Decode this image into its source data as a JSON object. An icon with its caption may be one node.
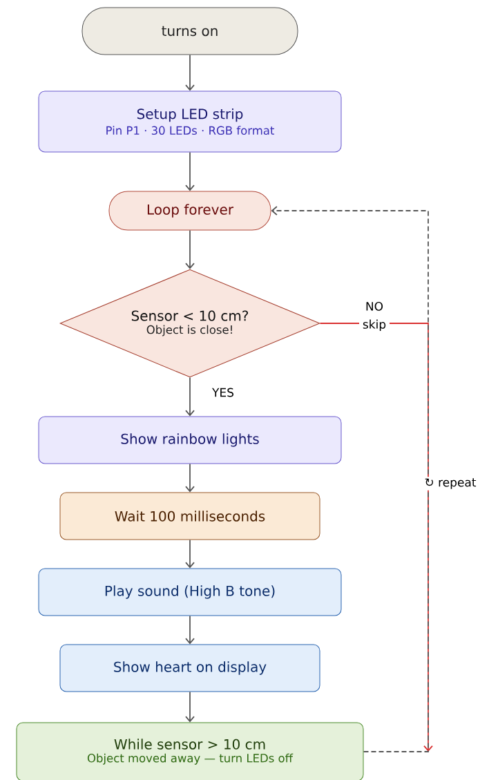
{
  "diagram": {
    "nodes": [
      {
        "text": [
          "turns on"
        ]
      },
      {
        "text": [
          "Setup LED strip",
          "Pin P1 · 30 LEDs · RGB format"
        ]
      },
      {
        "text": [
          "Loop forever"
        ]
      },
      {
        "text": [
          "Sensor < 10 cm?",
          "Object is close!"
        ]
      },
      {
        "text": [
          "Show rainbow lights"
        ]
      },
      {
        "text": [
          "Wait 100 milliseconds"
        ]
      },
      {
        "text": [
          "Play sound (High B tone)"
        ]
      },
      {
        "text": [
          "Show heart on display"
        ]
      },
      {
        "text": [
          "While sensor > 10 cm",
          "Object moved away — turn LEDs off"
        ]
      }
    ],
    "edges": [
      {
        "from": 0,
        "to": 1,
        "arrow": "to"
      },
      {
        "from": 1,
        "to": 2,
        "arrow": "to"
      },
      {
        "from": 2,
        "to": 3,
        "arrow": "to"
      },
      {
        "from": 3,
        "to": 4,
        "arrow": "to",
        "label": "YES"
      },
      {
        "from": 4,
        "to": 5,
        "arrow": "to"
      },
      {
        "from": 5,
        "to": 6,
        "arrow": "to"
      },
      {
        "from": 6,
        "to": 7,
        "arrow": "to"
      },
      {
        "from": 7,
        "to": 8,
        "arrow": "to"
      },
      {
        "from": 3,
        "to": null,
        "arrow": "to",
        "label": "NO skip",
        "color": "#d93030"
      },
      {
        "from": 8,
        "to": 2,
        "arrow": "to",
        "label": "↻ repeat",
        "style": "dashed"
      }
    ]
  }
}
